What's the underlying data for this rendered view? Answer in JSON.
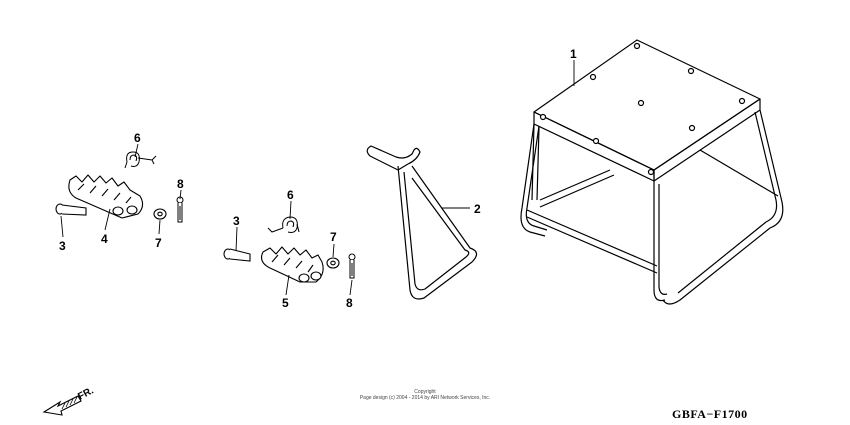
{
  "callouts": {
    "c1": "1",
    "c2": "2",
    "c3a": "3",
    "c3b": "3",
    "c4": "4",
    "c5": "5",
    "c6a": "6",
    "c6b": "6",
    "c7a": "7",
    "c7b": "7",
    "c8a": "8",
    "c8b": "8"
  },
  "direction_label": "FR.",
  "copyright_title": "Copyright",
  "copyright_text": "Page design (c) 2004 - 2014 by ARI Network Services, Inc.",
  "diagram_code": "GBFA−F1700",
  "colors": {
    "line": "#000000",
    "background": "#ffffff"
  }
}
